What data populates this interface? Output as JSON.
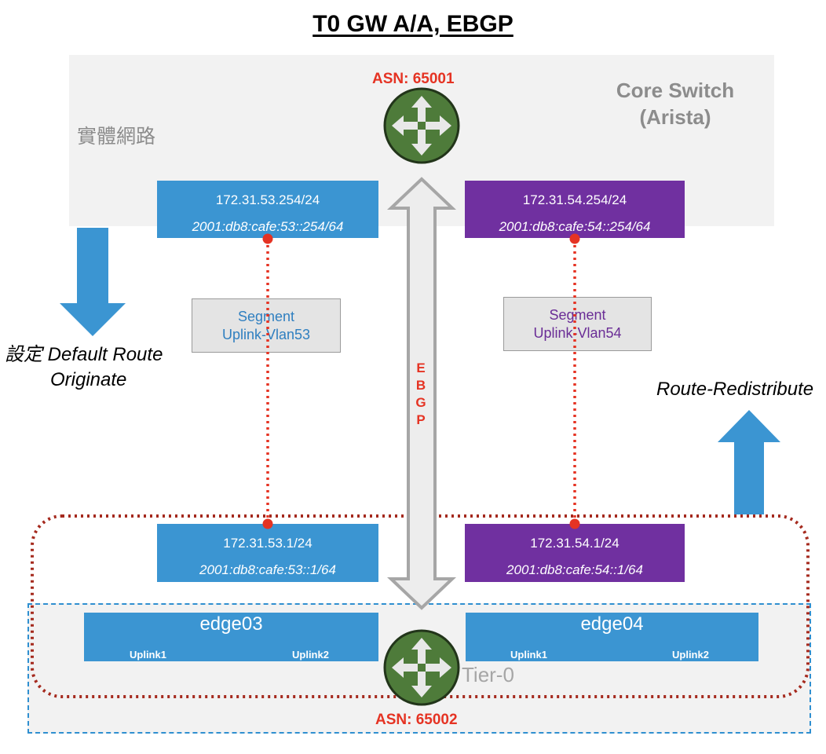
{
  "title": "T0 GW A/A, EBGP",
  "physical_network_label": "實體網路",
  "core_switch": {
    "line1": "Core Switch",
    "line2": "(Arista)"
  },
  "asn_top": "ASN: 65001",
  "asn_bottom": "ASN: 65002",
  "ebgp_letters": [
    "E",
    "B",
    "G",
    "P"
  ],
  "top_left_box": {
    "ipv4": "172.31.53.254/24",
    "ipv6": "2001:db8:cafe:53::254/64"
  },
  "top_right_box": {
    "ipv4": "172.31.54.254/24",
    "ipv6": "2001:db8:cafe:54::254/64"
  },
  "bottom_left_box": {
    "ipv4": "172.31.53.1/24",
    "ipv6": "2001:db8:cafe:53::1/64"
  },
  "bottom_right_box": {
    "ipv4": "172.31.54.1/24",
    "ipv6": "2001:db8:cafe:54::1/64"
  },
  "segment_left": {
    "line1": "Segment",
    "line2": "Uplink-Vlan53"
  },
  "segment_right": {
    "line1": "Segment",
    "line2": "Uplink-Vlan54"
  },
  "default_route": {
    "line1": "設定 Default Route",
    "line2": "Originate"
  },
  "route_redistribute": "Route-Redistribute",
  "edge03": {
    "name": "edge03",
    "uplink1": "Uplink1",
    "uplink2": "Uplink2"
  },
  "edge04": {
    "name": "edge04",
    "uplink1": "Uplink1",
    "uplink2": "Uplink2"
  },
  "tier0_label": "Tier-0",
  "colors": {
    "blue": "#3b95d2",
    "purple": "#7030a0",
    "red": "#e53323",
    "router_green": "#4e7b3a",
    "dotted_maroon": "#a52a1e"
  }
}
